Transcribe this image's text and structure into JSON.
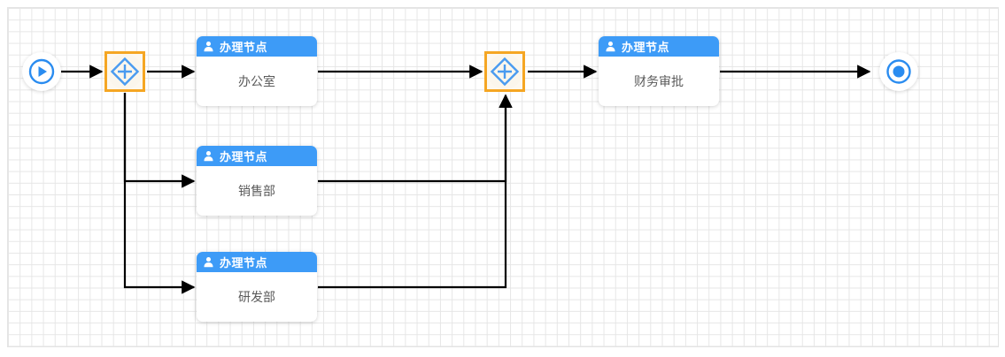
{
  "canvas": {
    "background_color": "#ffffff",
    "grid_color": "#e6e6e6",
    "border_color": "#e4e4e4"
  },
  "palette": {
    "header_blue": "#3d9bf7",
    "gateway_orange": "#f5a623",
    "gateway_fill": "#fbf6ec",
    "edge_black": "#000000",
    "body_text": "#5a5a5a"
  },
  "diagram": {
    "type": "workflow-flowchart",
    "start_event": {
      "name": "start-event",
      "icon": "play-icon"
    },
    "end_event": {
      "name": "end-event",
      "icon": "stop-circle-icon"
    },
    "gateways": [
      {
        "id": "gateway-split",
        "icon": "plus-diamond-icon",
        "selected": true
      },
      {
        "id": "gateway-join",
        "icon": "plus-diamond-icon",
        "selected": true
      }
    ],
    "tasks": [
      {
        "id": "task-office",
        "header": "办理节点",
        "icon": "person-icon",
        "label": "办公室"
      },
      {
        "id": "task-sales",
        "header": "办理节点",
        "icon": "person-icon",
        "label": "销售部"
      },
      {
        "id": "task-rd",
        "header": "办理节点",
        "icon": "person-icon",
        "label": "研发部"
      },
      {
        "id": "task-finance",
        "header": "办理节点",
        "icon": "person-icon",
        "label": "财务审批"
      }
    ],
    "edges": [
      {
        "from": "start-event",
        "to": "gateway-split"
      },
      {
        "from": "gateway-split",
        "to": "task-office"
      },
      {
        "from": "gateway-split",
        "to": "task-sales"
      },
      {
        "from": "gateway-split",
        "to": "task-rd"
      },
      {
        "from": "task-office",
        "to": "gateway-join"
      },
      {
        "from": "task-sales",
        "to": "gateway-join"
      },
      {
        "from": "task-rd",
        "to": "gateway-join"
      },
      {
        "from": "gateway-join",
        "to": "task-finance"
      },
      {
        "from": "task-finance",
        "to": "end-event"
      }
    ]
  }
}
